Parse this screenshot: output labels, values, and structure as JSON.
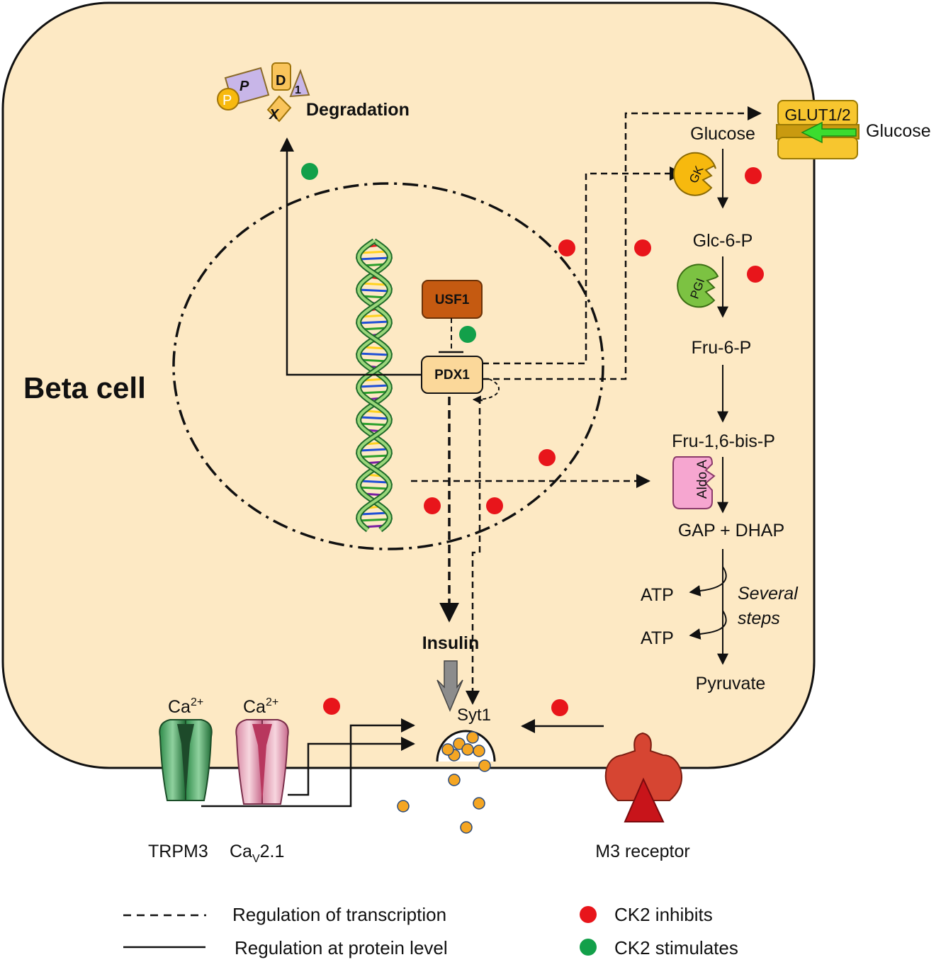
{
  "cell": {
    "title": "Beta cell",
    "fill": "#fde9c4"
  },
  "degradation": {
    "label": "Degradation",
    "letters": [
      "P",
      "D",
      "1",
      "X",
      "P"
    ]
  },
  "nucleus": {
    "usf1": "USF1",
    "pdx1": "PDX1"
  },
  "glycolysis": {
    "transporter": "GLUT1/2",
    "glucose_outside": "Glucose",
    "glucose_inside": "Glucose",
    "glc6p": "Glc-6-P",
    "fru6p": "Fru-6-P",
    "fru16bp": "Fru-1,6-bis-P",
    "gap_dhap": "GAP + DHAP",
    "atp1": "ATP",
    "atp2": "ATP",
    "several": "Several",
    "steps": "steps",
    "pyruvate": "Pyruvate",
    "enzymes": {
      "gk": "GK",
      "pgi": "PGI",
      "aldo": "Aldo A"
    }
  },
  "secretion": {
    "insulin": "Insulin",
    "syt1": "Syt1",
    "ca_left": "Ca",
    "ca_right": "Ca",
    "ca_sup": "2+",
    "trpm3": "TRPM3",
    "cav_main": "Ca",
    "cav_sub": "V",
    "cav_tail": "2.1",
    "m3": "M3 receptor"
  },
  "legend": {
    "dashed": "Regulation of transcription",
    "solid": "Regulation at protein level",
    "inhibits": "CK2 inhibits",
    "stimulates": "CK2 stimulates"
  },
  "colors": {
    "inhibit": "#e8151b",
    "stimulate": "#13a04a",
    "usf1": "#c55a11",
    "pdx1": "#fbd89a",
    "gk": "#f7b90e",
    "pgi": "#7cc242",
    "aldo": "#f6a6d0",
    "vesicle": "#f5a623"
  }
}
